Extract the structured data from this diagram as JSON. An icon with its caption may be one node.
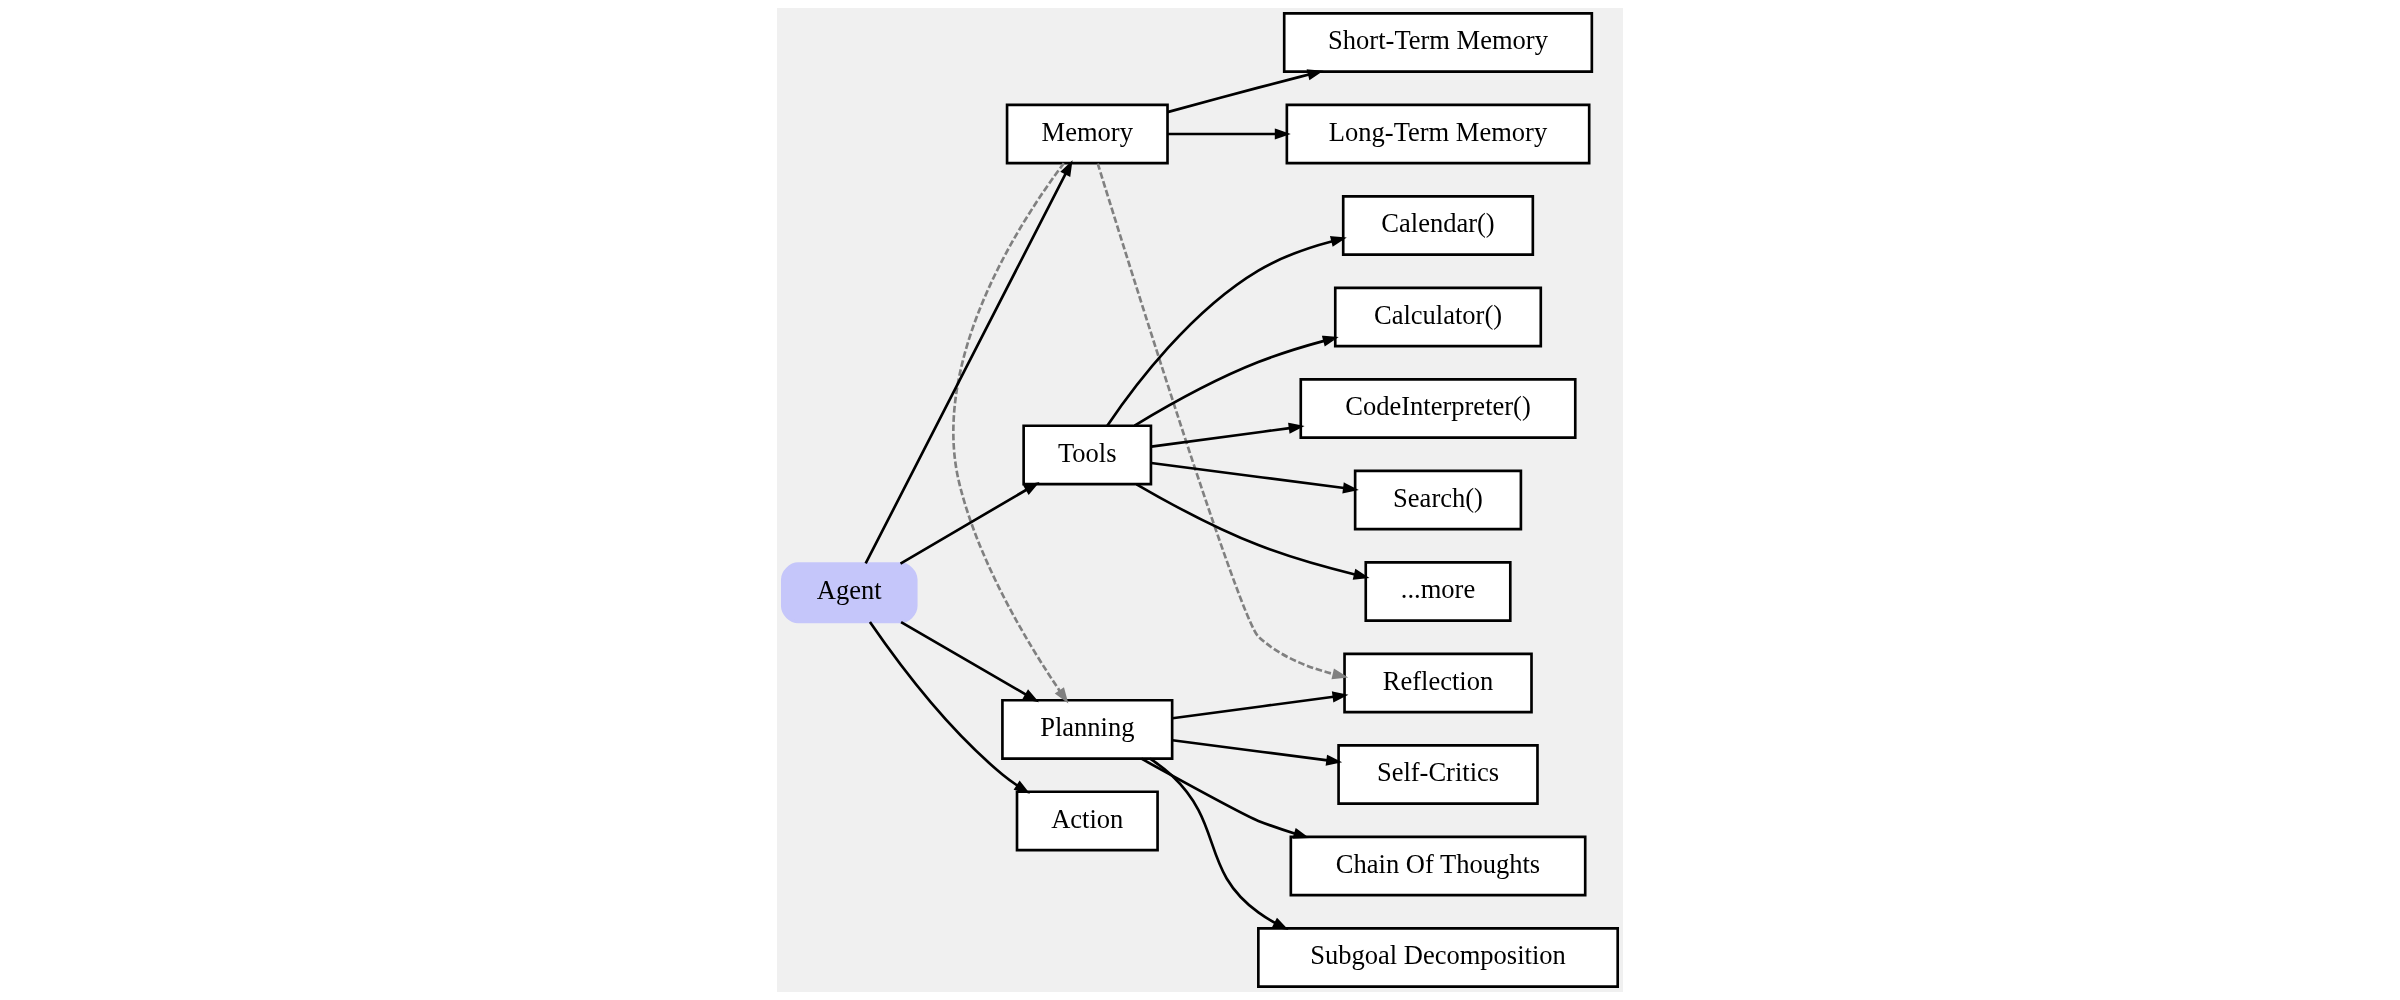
{
  "diagram": {
    "nodes": [
      {
        "text": [
          "Short-Term Memory"
        ]
      },
      {
        "text": [
          "Long-Term Memory"
        ]
      },
      {
        "text": [
          "Calendar()"
        ]
      },
      {
        "text": [
          "Memory"
        ]
      },
      {
        "text": [
          "Calculator()"
        ]
      },
      {
        "text": [
          "Reflection"
        ]
      },
      {
        "text": [
          "CodeInterpreter()"
        ]
      },
      {
        "text": [
          "Tools"
        ]
      },
      {
        "text": [
          "Agent"
        ]
      },
      {
        "text": [
          "Planning"
        ]
      },
      {
        "text": [
          "Self-Critics"
        ]
      },
      {
        "text": [
          "Search()"
        ]
      },
      {
        "text": [
          "Chain Of Thoughts"
        ]
      },
      {
        "text": [
          "...more"
        ]
      },
      {
        "text": [
          "Action"
        ]
      },
      {
        "text": [
          "Subgoal Decomposition"
        ]
      }
    ],
    "edges": [
      {
        "from": 3,
        "to": 0,
        "arrow": "to"
      },
      {
        "from": 3,
        "to": 1,
        "arrow": "to"
      },
      {
        "from": 8,
        "to": 3,
        "arrow": "to"
      },
      {
        "from": 8,
        "to": 7,
        "arrow": "to"
      },
      {
        "from": 8,
        "to": 9,
        "arrow": "to"
      },
      {
        "from": 8,
        "to": 14,
        "arrow": "to"
      },
      {
        "from": 7,
        "to": 2,
        "arrow": "to"
      },
      {
        "from": 7,
        "to": 4,
        "arrow": "to"
      },
      {
        "from": 7,
        "to": 6,
        "arrow": "to"
      },
      {
        "from": 7,
        "to": 11,
        "arrow": "to"
      },
      {
        "from": 7,
        "to": 13,
        "arrow": "to"
      },
      {
        "from": 9,
        "to": 5,
        "arrow": "to"
      },
      {
        "from": 9,
        "to": 10,
        "arrow": "to"
      },
      {
        "from": 9,
        "to": 12,
        "arrow": "to"
      },
      {
        "from": 9,
        "to": 15,
        "arrow": "to"
      },
      {
        "from": 3,
        "to": 9,
        "arrow": "to",
        "style": "dashed",
        "color": "#808080"
      },
      {
        "from": 3,
        "to": 5,
        "arrow": "to",
        "style": "dashed",
        "color": "#808080"
      }
    ]
  }
}
